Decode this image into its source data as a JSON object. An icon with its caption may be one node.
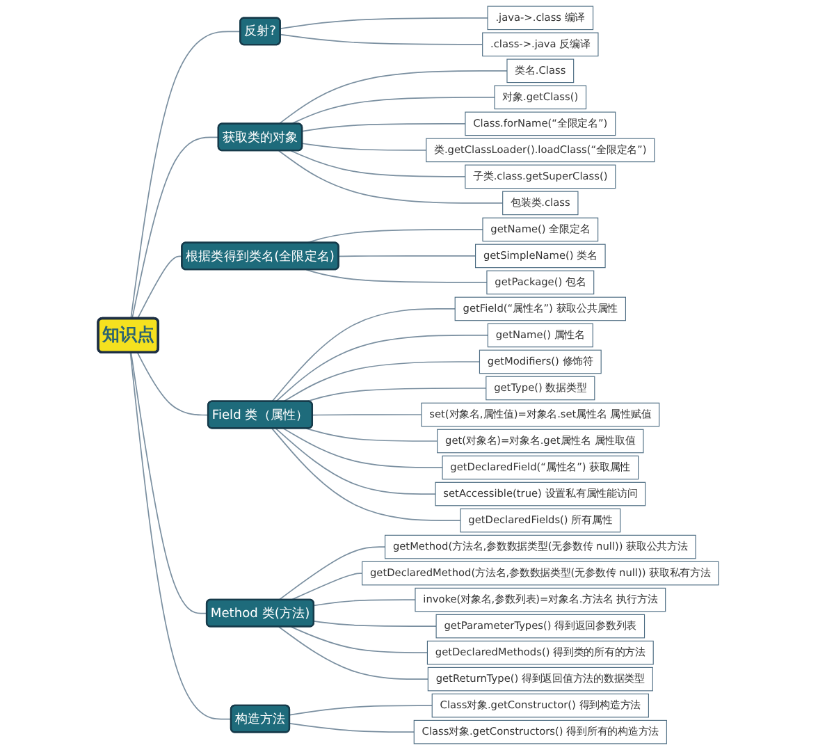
{
  "diagram": {
    "nodes": [
      {
        "text": [
          "知识点"
        ]
      },
      {
        "text": [
          "反射?"
        ]
      },
      {
        "text": [
          ".java->.class 编译"
        ]
      },
      {
        "text": [
          ".class->.java 反编译"
        ]
      },
      {
        "text": [
          "获取类的对象"
        ]
      },
      {
        "text": [
          "类名.Class"
        ]
      },
      {
        "text": [
          "对象.getClass()"
        ]
      },
      {
        "text": [
          "Class.forName(“全限定名”)"
        ]
      },
      {
        "text": [
          "类.getClassLoader().loadClass(“全限定名”)"
        ]
      },
      {
        "text": [
          "子类.class.getSuperClass()"
        ]
      },
      {
        "text": [
          "包装类.class"
        ]
      },
      {
        "text": [
          "根据类得到类名(全限定名)"
        ]
      },
      {
        "text": [
          "getName() 全限定名"
        ]
      },
      {
        "text": [
          "getSimpleName() 类名"
        ]
      },
      {
        "text": [
          "getPackage() 包名"
        ]
      },
      {
        "text": [
          "Field 类（属性）"
        ]
      },
      {
        "text": [
          "getField(“属性名”) 获取公共属性"
        ]
      },
      {
        "text": [
          "getName() 属性名"
        ]
      },
      {
        "text": [
          "getModifiers() 修饰符"
        ]
      },
      {
        "text": [
          "getType() 数据类型"
        ]
      },
      {
        "text": [
          "set(对象名,属性值)=对象名.set属性名 属性赋值"
        ]
      },
      {
        "text": [
          "get(对象名)=对象名.get属性名 属性取值"
        ]
      },
      {
        "text": [
          "getDeclaredField(“属性名”) 获取属性"
        ]
      },
      {
        "text": [
          "setAccessible(true) 设置私有属性能访问"
        ]
      },
      {
        "text": [
          "getDeclaredFields() 所有属性"
        ]
      },
      {
        "text": [
          "Method 类(方法)"
        ]
      },
      {
        "text": [
          "getMethod(方法名,参数数据类型(无参数传 null)) 获取公共方法"
        ]
      },
      {
        "text": [
          "getDeclaredMethod(方法名,参数数据类型(无参数传 null)) 获取私有方法"
        ]
      },
      {
        "text": [
          "invoke(对象名,参数列表)=对象名.方法名 执行方法"
        ]
      },
      {
        "text": [
          "getParameterTypes() 得到返回参数列表"
        ]
      },
      {
        "text": [
          "getDeclaredMethods() 得到类的所有的方法"
        ]
      },
      {
        "text": [
          "getReturnType() 得到返回值方法的数据类型"
        ]
      },
      {
        "text": [
          "构造方法"
        ]
      },
      {
        "text": [
          "Class对象.getConstructor() 得到构造方法"
        ]
      },
      {
        "text": [
          "Class对象.getConstructors() 得到所有的构造方法"
        ]
      }
    ],
    "edges": [
      {
        "from": 0,
        "to": 1,
        "arrow": "none"
      },
      {
        "from": 1,
        "to": 2,
        "arrow": "none"
      },
      {
        "from": 1,
        "to": 3,
        "arrow": "none"
      },
      {
        "from": 0,
        "to": 4,
        "arrow": "none"
      },
      {
        "from": 4,
        "to": 5,
        "arrow": "none"
      },
      {
        "from": 4,
        "to": 6,
        "arrow": "none"
      },
      {
        "from": 4,
        "to": 7,
        "arrow": "none"
      },
      {
        "from": 4,
        "to": 8,
        "arrow": "none"
      },
      {
        "from": 4,
        "to": 9,
        "arrow": "none"
      },
      {
        "from": 4,
        "to": 10,
        "arrow": "none"
      },
      {
        "from": 0,
        "to": 11,
        "arrow": "none"
      },
      {
        "from": 11,
        "to": 12,
        "arrow": "none"
      },
      {
        "from": 11,
        "to": 13,
        "arrow": "none"
      },
      {
        "from": 11,
        "to": 14,
        "arrow": "none"
      },
      {
        "from": 0,
        "to": 15,
        "arrow": "none"
      },
      {
        "from": 15,
        "to": 16,
        "arrow": "none"
      },
      {
        "from": 15,
        "to": 17,
        "arrow": "none"
      },
      {
        "from": 15,
        "to": 18,
        "arrow": "none"
      },
      {
        "from": 15,
        "to": 19,
        "arrow": "none"
      },
      {
        "from": 15,
        "to": 20,
        "arrow": "none"
      },
      {
        "from": 15,
        "to": 21,
        "arrow": "none"
      },
      {
        "from": 15,
        "to": 22,
        "arrow": "none"
      },
      {
        "from": 15,
        "to": 23,
        "arrow": "none"
      },
      {
        "from": 15,
        "to": 24,
        "arrow": "none"
      },
      {
        "from": 0,
        "to": 25,
        "arrow": "none"
      },
      {
        "from": 25,
        "to": 26,
        "arrow": "none"
      },
      {
        "from": 25,
        "to": 27,
        "arrow": "none"
      },
      {
        "from": 25,
        "to": 28,
        "arrow": "none"
      },
      {
        "from": 25,
        "to": 29,
        "arrow": "none"
      },
      {
        "from": 25,
        "to": 30,
        "arrow": "none"
      },
      {
        "from": 25,
        "to": 31,
        "arrow": "none"
      },
      {
        "from": 0,
        "to": 32,
        "arrow": "none"
      },
      {
        "from": 32,
        "to": 33,
        "arrow": "none"
      },
      {
        "from": 32,
        "to": 34,
        "arrow": "none"
      }
    ]
  }
}
